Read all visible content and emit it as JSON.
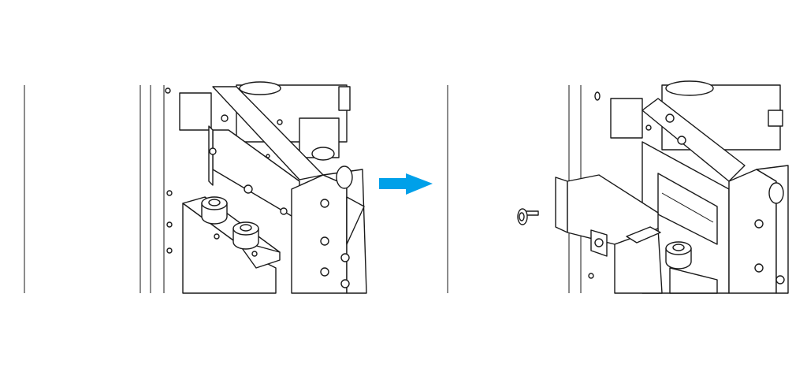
{
  "diagram": {
    "colors": {
      "arrow": "#00a0e9",
      "line": "#1a1a1a",
      "background": "#ffffff"
    },
    "panels": [
      {
        "id": "before",
        "icon": "assembly-bracket-installed"
      },
      {
        "id": "after",
        "icon": "assembly-bracket-removed-with-screw"
      }
    ],
    "transition_icon": "right-arrow-icon"
  }
}
